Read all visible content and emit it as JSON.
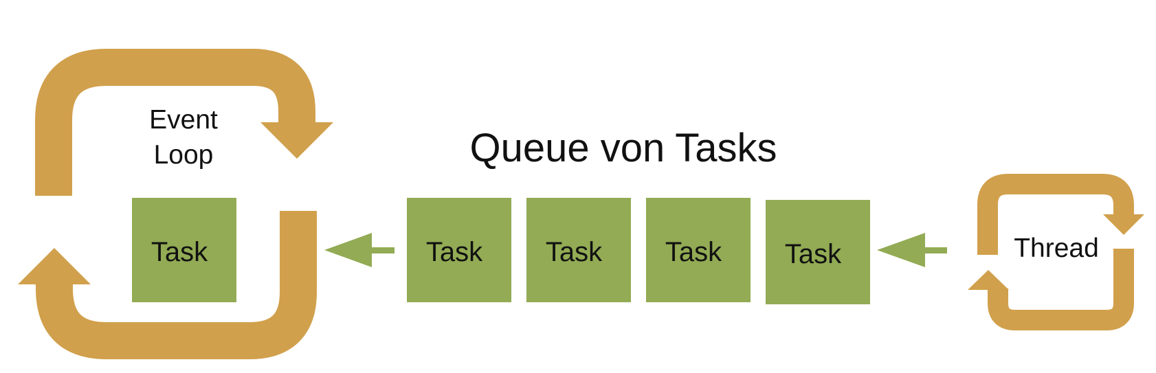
{
  "diagram": {
    "title": "Queue von Tasks",
    "event_loop": {
      "label_line1": "Event",
      "label_line2": "Loop",
      "current_task": "Task"
    },
    "queue": {
      "tasks": [
        "Task",
        "Task",
        "Task",
        "Task"
      ]
    },
    "thread": {
      "label": "Thread"
    }
  },
  "colors": {
    "loop_arrow": "#D1A04C",
    "task_box": "#92AB54",
    "flow_arrow": "#92AB54",
    "text": "#111111",
    "background": "#FFFFFF"
  }
}
